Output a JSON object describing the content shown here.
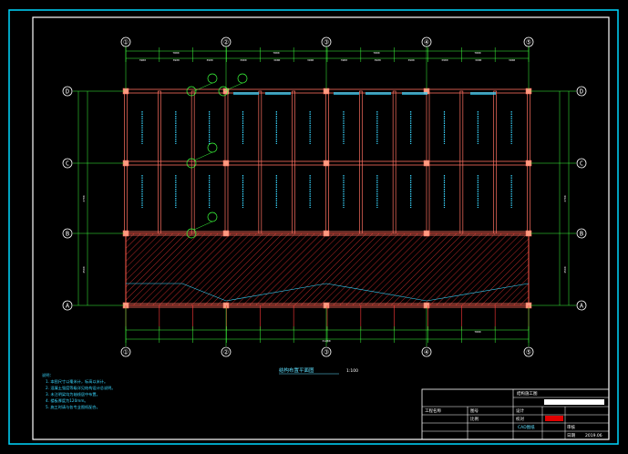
{
  "grid": {
    "columns": [
      "①",
      "②",
      "③",
      "④",
      "⑤"
    ],
    "rows": [
      "D",
      "C",
      "B",
      "A"
    ]
  },
  "dimensions": {
    "top_segments": [
      "3900",
      "3900",
      "3900",
      "3900",
      "3900",
      "3900",
      "3900",
      "3900",
      "3900",
      "3900",
      "3900",
      "3900"
    ],
    "top_totals": [
      "7800",
      "7800",
      "7800",
      "7800"
    ],
    "bottom_total": "31200",
    "bottom_right": "7800",
    "left": [
      "2700",
      "4500"
    ],
    "right": [
      "2700",
      "4500"
    ]
  },
  "drawing_title": "结构布置平面图",
  "drawing_scale": "1:100",
  "notes": {
    "heading": "说明：",
    "lines": [
      "1. 本图尺寸以毫米计，标高以米计。",
      "2. 混凝土强度等级详见结构设计总说明。",
      "3. 未注明梁均为轴线居中布置。",
      "4. 楼板厚度为120mm。",
      "5. 施工时请与各专业图纸配合。"
    ]
  },
  "title_block": {
    "top_label": "结构施工图",
    "cells": [
      "工程名称",
      "图号",
      "比例",
      "设计",
      "校对",
      "审核",
      "日期"
    ],
    "caption": "CAD图纸",
    "date": "2019.06"
  },
  "colors": {
    "frame": "#00d8ff",
    "axis": "#ffffff",
    "beam": "#ff7060",
    "dimension": "#3cff3c",
    "hatch": "#ff3a3a",
    "text_cyan": "#38d6ff",
    "accent_block": "#e00000"
  }
}
